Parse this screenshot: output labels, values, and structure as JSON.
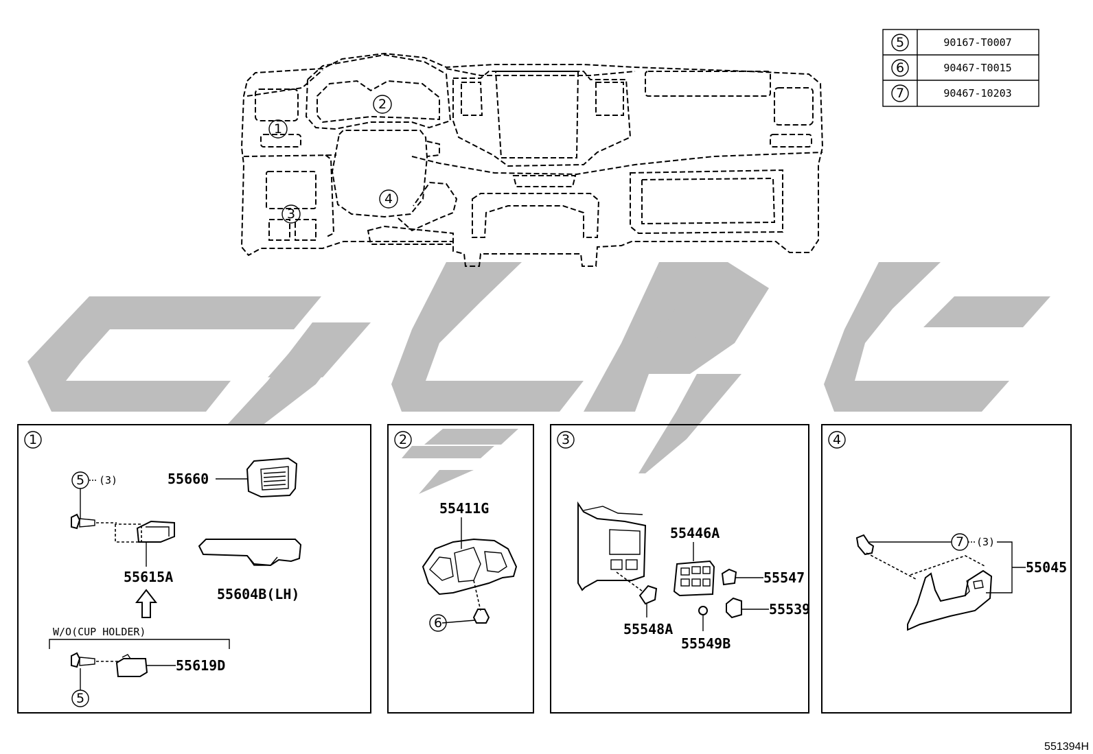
{
  "fastener_table": [
    {
      "ref": "5",
      "part": "90167-T0007"
    },
    {
      "ref": "6",
      "part": "90467-T0015"
    },
    {
      "ref": "7",
      "part": "90467-10203"
    }
  ],
  "overview_callouts": [
    "1",
    "2",
    "3",
    "4"
  ],
  "panels": [
    {
      "ref": "1",
      "labels": {
        "p55660": "55660",
        "p55615A": "55615A",
        "p55604B": "55604B(LH)",
        "p55619D": "55619D",
        "qty": "(3)",
        "variant": "W/O(CUP HOLDER)"
      },
      "callouts": [
        "5",
        "5"
      ]
    },
    {
      "ref": "2",
      "labels": {
        "p55411G": "55411G"
      },
      "callouts": [
        "6"
      ]
    },
    {
      "ref": "3",
      "labels": {
        "p55446A": "55446A",
        "p55547": "55547",
        "p55539": "55539",
        "p55548A": "55548A",
        "p55549B": "55549B"
      }
    },
    {
      "ref": "4",
      "labels": {
        "p55045": "55045",
        "qty": "(3)"
      },
      "callouts": [
        "7"
      ]
    }
  ],
  "diagram_code": "551394H"
}
